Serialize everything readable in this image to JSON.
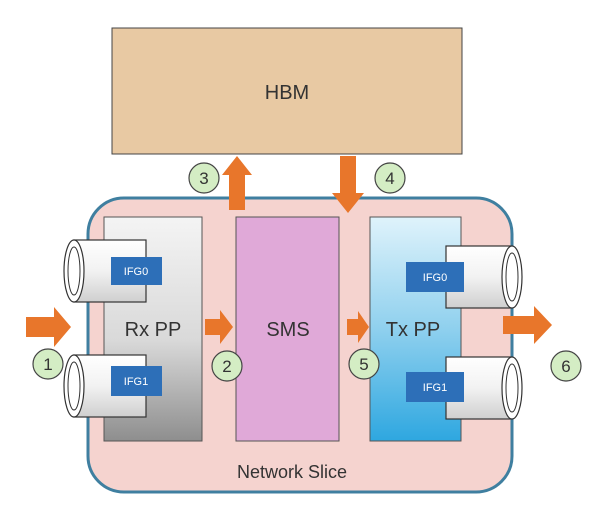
{
  "diagram": {
    "hbm": {
      "label": "HBM"
    },
    "network_slice": {
      "label": "Network Slice"
    },
    "blocks": {
      "rx_pp": {
        "label": "Rx PP"
      },
      "sms": {
        "label": "SMS"
      },
      "tx_pp": {
        "label": "Tx PP"
      }
    },
    "interfaces": {
      "rx_ifg0": "IFG0",
      "rx_ifg1": "IFG1",
      "tx_ifg0": "IFG0",
      "tx_ifg1": "IFG1"
    },
    "steps": [
      "1",
      "2",
      "3",
      "4",
      "5",
      "6"
    ],
    "colors": {
      "hbm_fill": "#E8C9A3",
      "slice_fill": "#F5D3CF",
      "slice_border": "#3F7FA0",
      "sms_fill": "#E0A9D8",
      "arrow": "#E8762B",
      "ifg_box": "#2D6FB8",
      "step_circle": "#D4EDC4"
    }
  }
}
